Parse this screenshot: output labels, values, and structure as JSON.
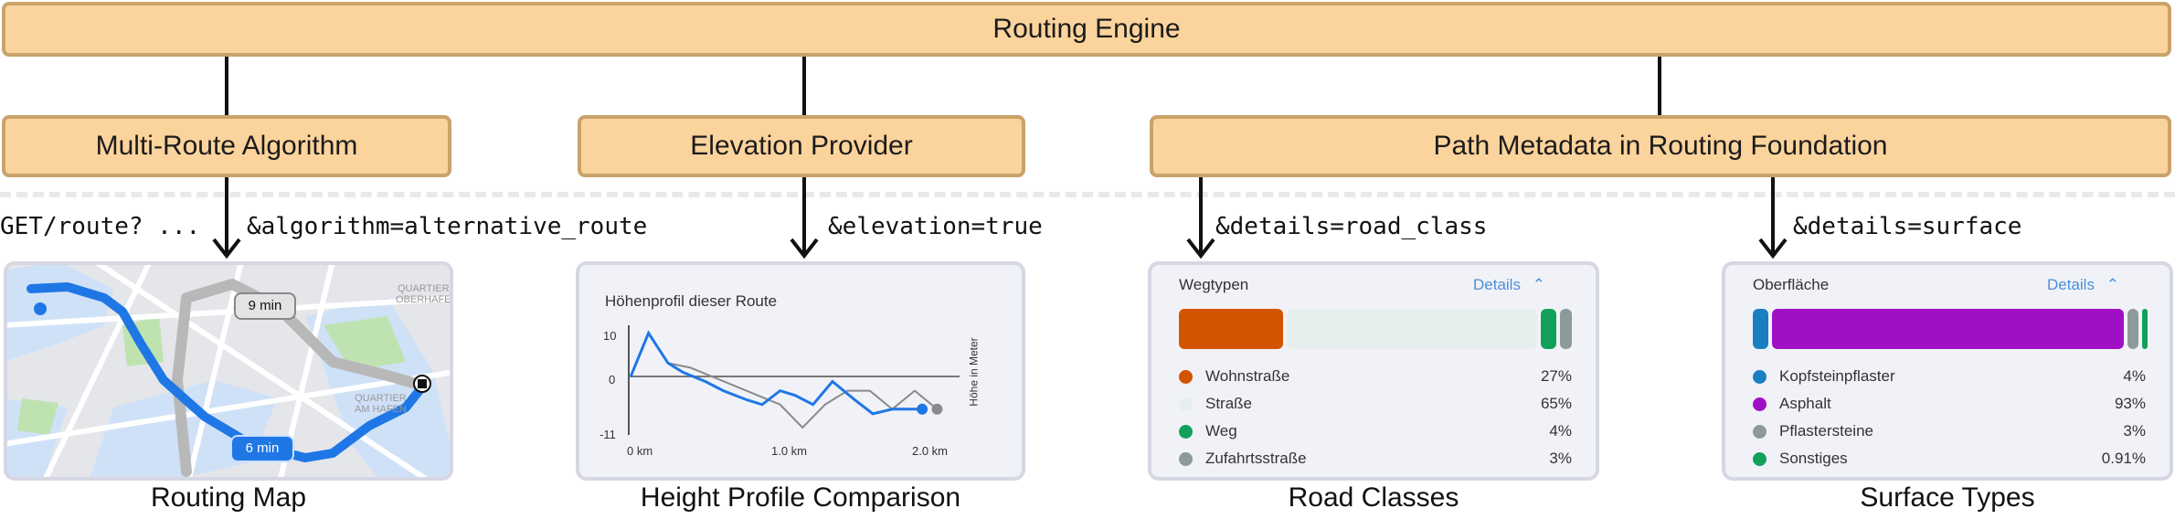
{
  "root": {
    "label": "Routing Engine"
  },
  "modules": [
    {
      "label": "Multi-Route Algorithm"
    },
    {
      "label": "Elevation Provider"
    },
    {
      "label": "Path Metadata in Routing Foundation"
    }
  ],
  "params": {
    "get_prefix": "GET/route? ...",
    "algorithm": "&algorithm=alternative_route",
    "elevation": "&elevation=true",
    "road_class": "&details=road_class",
    "surface": "&details=surface"
  },
  "captions": {
    "map": "Routing Map",
    "height": "Height Profile Comparison",
    "road": "Road Classes",
    "surface": "Surface Types"
  },
  "map": {
    "badge_gray": "9 min",
    "badge_blue": "6 min",
    "place_top": "QUARTIER",
    "place_top2": "OBERHAFE",
    "place_mid": "QUARTIER",
    "place_mid2": "AM HAFEN",
    "colors": {
      "route": "#1f77e6",
      "alt_route": "#b8b8b8"
    }
  },
  "height_profile": {
    "title": "Höhenprofil dieser Route",
    "y_axis_label": "Höhe in Meter",
    "y_ticks": [
      "10",
      "0",
      "-11"
    ],
    "x_ticks": [
      "0 km",
      "1.0 km",
      "2.0 km"
    ],
    "chart_data": {
      "type": "line",
      "ylim": [
        -11,
        10
      ],
      "xlim": [
        0,
        2.2
      ],
      "series": [
        {
          "color": "#1f77e6",
          "x": [
            0,
            0.12,
            0.25,
            0.35,
            0.5,
            0.62,
            0.78,
            0.88,
            1.0,
            1.1,
            1.22,
            1.35,
            1.5,
            1.62,
            1.75,
            1.85,
            1.95
          ],
          "y": [
            0,
            9.5,
            3,
            1,
            -1,
            -3,
            -5,
            -6,
            -3,
            -4,
            -6,
            -1,
            -5,
            -8,
            -7,
            -7,
            -7
          ]
        },
        {
          "color": "#8a8a8a",
          "x": [
            0,
            0.12,
            0.25,
            0.4,
            0.55,
            0.7,
            0.85,
            1.0,
            1.15,
            1.3,
            1.45,
            1.6,
            1.75,
            1.9,
            2.05
          ],
          "y": [
            0,
            9.5,
            3,
            2,
            0,
            -2,
            -4,
            -6,
            -11,
            -6,
            -3,
            -3,
            -7,
            -3,
            -7
          ]
        }
      ]
    }
  },
  "road_classes": {
    "title": "Wegtypen",
    "details_label": "Details",
    "items": [
      {
        "label": "Wohnstraße",
        "pct": "27%",
        "value": 27,
        "color": "#d35400"
      },
      {
        "label": "Straße",
        "pct": "65%",
        "value": 65,
        "color": "#e6efee"
      },
      {
        "label": "Weg",
        "pct": "4%",
        "value": 4,
        "color": "#12a15a"
      },
      {
        "label": "Zufahrtsstraße",
        "pct": "3%",
        "value": 3,
        "color": "#8c9a9a"
      }
    ]
  },
  "surface_types": {
    "title": "Oberfläche",
    "details_label": "Details",
    "items": [
      {
        "label": "Kopfsteinpflaster",
        "pct": "4%",
        "value": 4,
        "color": "#1a7fc1"
      },
      {
        "label": "Asphalt",
        "pct": "93%",
        "value": 93,
        "color": "#a10fc4"
      },
      {
        "label": "Pflastersteine",
        "pct": "3%",
        "value": 3,
        "color": "#8c9a9a"
      },
      {
        "label": "Sonstiges",
        "pct": "0.91%",
        "value": 0.91,
        "color": "#12a15a"
      }
    ]
  }
}
